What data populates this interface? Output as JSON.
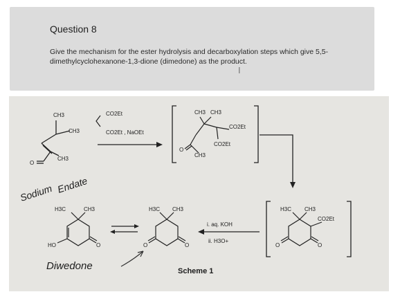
{
  "question": {
    "title": "Question 8",
    "text": "Give the mechanism for the ester hydrolysis and decarboxylation steps which give 5,5-dimethylcyclohexanone-1,3-dione (dimedone) as the product.",
    "cursor_glyph": "I"
  },
  "scheme": {
    "reactant": {
      "methyl_top": "CH3",
      "methyl_right": "CH3",
      "methyl_bottom": "CH3"
    },
    "reagent_top": "CO2Et",
    "reagent_bottom": "CO2Et , NaOEt",
    "intermediate": {
      "me1": "CH3",
      "me2": "CH3",
      "ester1": "CO2Et",
      "ester2": "CO2Et",
      "me3": "CH3"
    },
    "diester_product": {
      "h3c": "H3C",
      "ch3": "CH3",
      "ester": "CO2Et"
    },
    "conditions_line1": "i. aq. KOH",
    "conditions_line2": "ii. H3O+",
    "dimedone_keto": {
      "h3c": "H3C",
      "ch3": "CH3"
    },
    "enol": {
      "h3c": "H3C",
      "ch3": "CH3",
      "ho": "HO"
    },
    "caption": "Scheme 1",
    "handwritten_1": "Sodium",
    "handwritten_2": "Endate",
    "handwritten_3": "Diwedone"
  }
}
